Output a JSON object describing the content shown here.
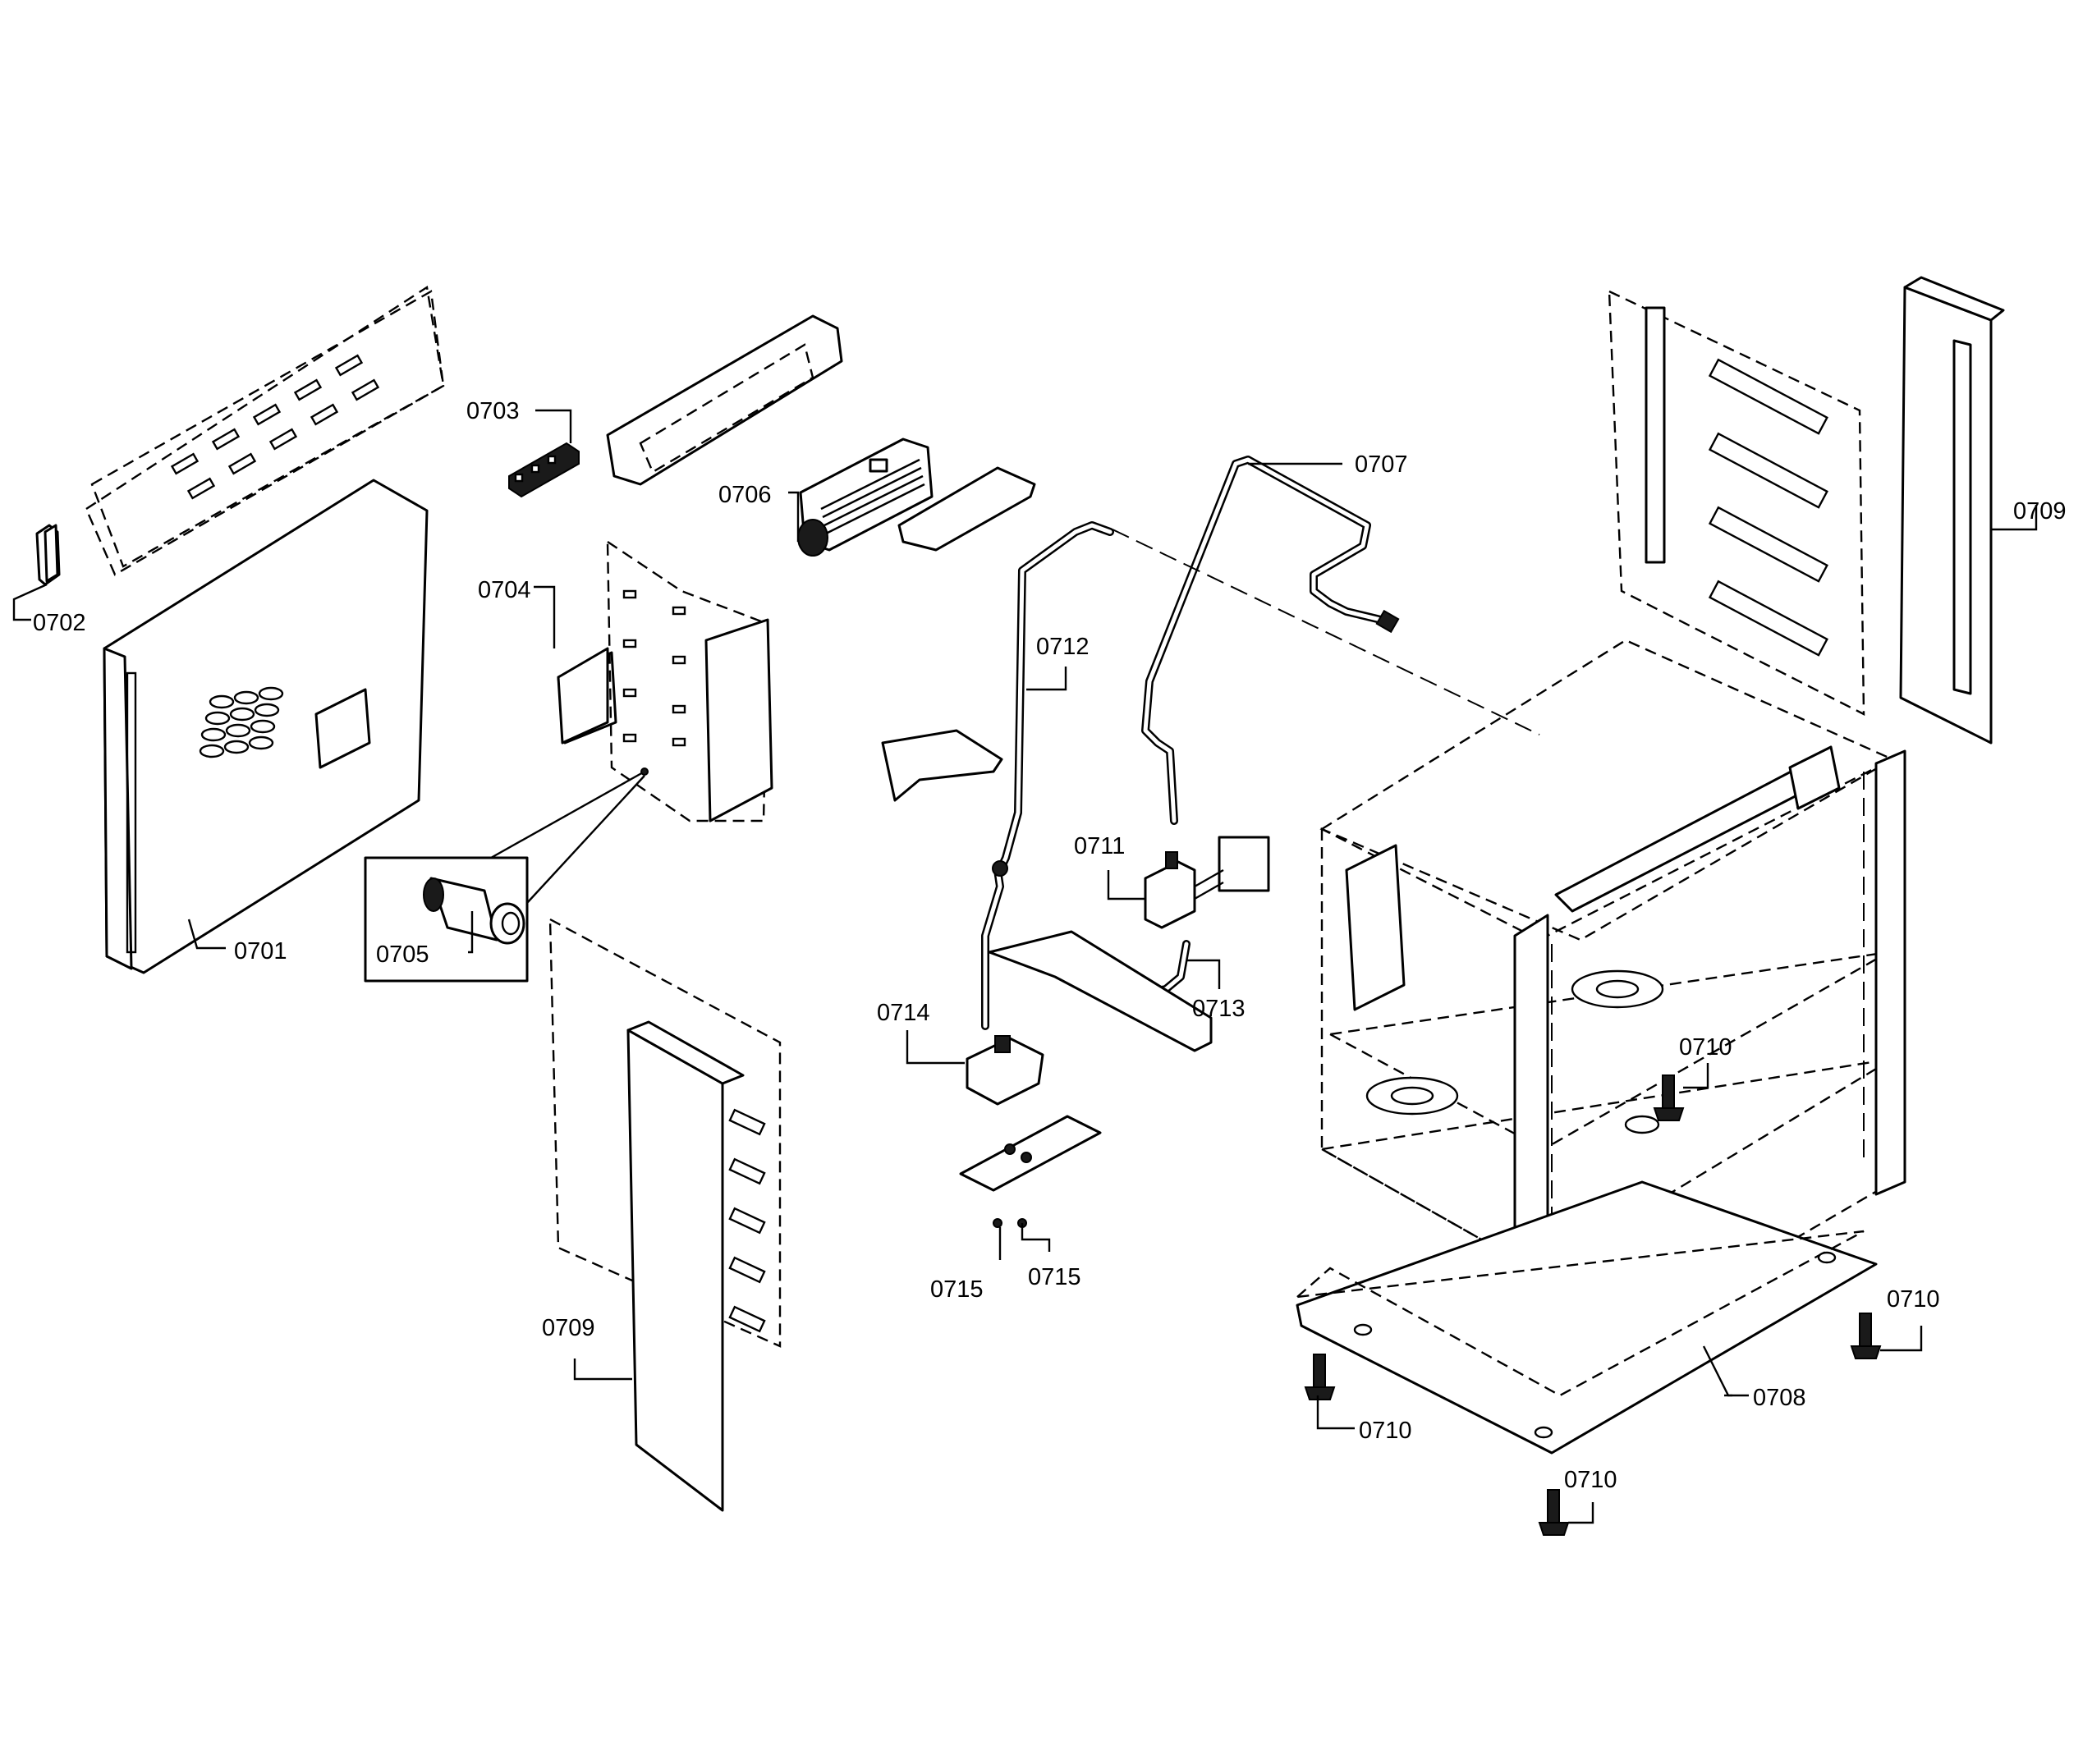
{
  "labels": {
    "l0701": "0701",
    "l0702": "0702",
    "l0703": "0703",
    "l0704": "0704",
    "l0705": "0705",
    "l0706": "0706",
    "l0707": "0707",
    "l0708": "0708",
    "l0709a": "0709",
    "l0709b": "0709",
    "l0710a": "0710",
    "l0710b": "0710",
    "l0710c": "0710",
    "l0710d": "0710",
    "l0711": "0711",
    "l0712": "0712",
    "l0713": "0713",
    "l0714": "0714",
    "l0715a": "0715",
    "l0715b": "0715"
  }
}
